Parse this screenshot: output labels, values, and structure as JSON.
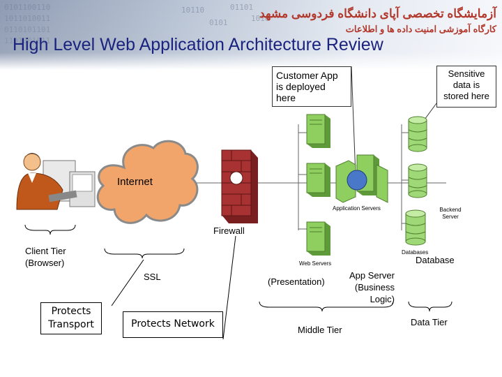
{
  "header": {
    "title": "High Level Web Application Architecture Review",
    "persian_line1": "آزمایشگاه تخصصی آپای دانشگاه فردوسی مشهد",
    "persian_line2": "کارگاه آموزشی امنیت داده ها و اطلاعات"
  },
  "callouts": {
    "customer": "Customer App is deployed here",
    "sensitive": "Sensitive data is stored here"
  },
  "diagram": {
    "internet": "Internet",
    "firewall": "Firewall",
    "client_tier": "Client Tier (Browser)",
    "ssl": "SSL",
    "web_servers": "Web Servers",
    "application_servers": "Application Servers",
    "backend_server": "Backend Server",
    "databases_small": "Databases",
    "database": "Database",
    "presentation": "(Presentation)",
    "app_server": "App Server (Business Logic)",
    "middle_tier": "Middle Tier",
    "data_tier": "Data Tier"
  },
  "boxes": {
    "protects_transport": "Protects Transport",
    "protects_network": "Protects Network"
  },
  "colors": {
    "title": "#1a237e",
    "banner_text": "#b2382c",
    "cloud": "#f2a56a",
    "server_green": "#8fcf60",
    "db_green": "#9fd876",
    "firewall_red": "#a83232",
    "ball_blue": "#4a78c8"
  }
}
